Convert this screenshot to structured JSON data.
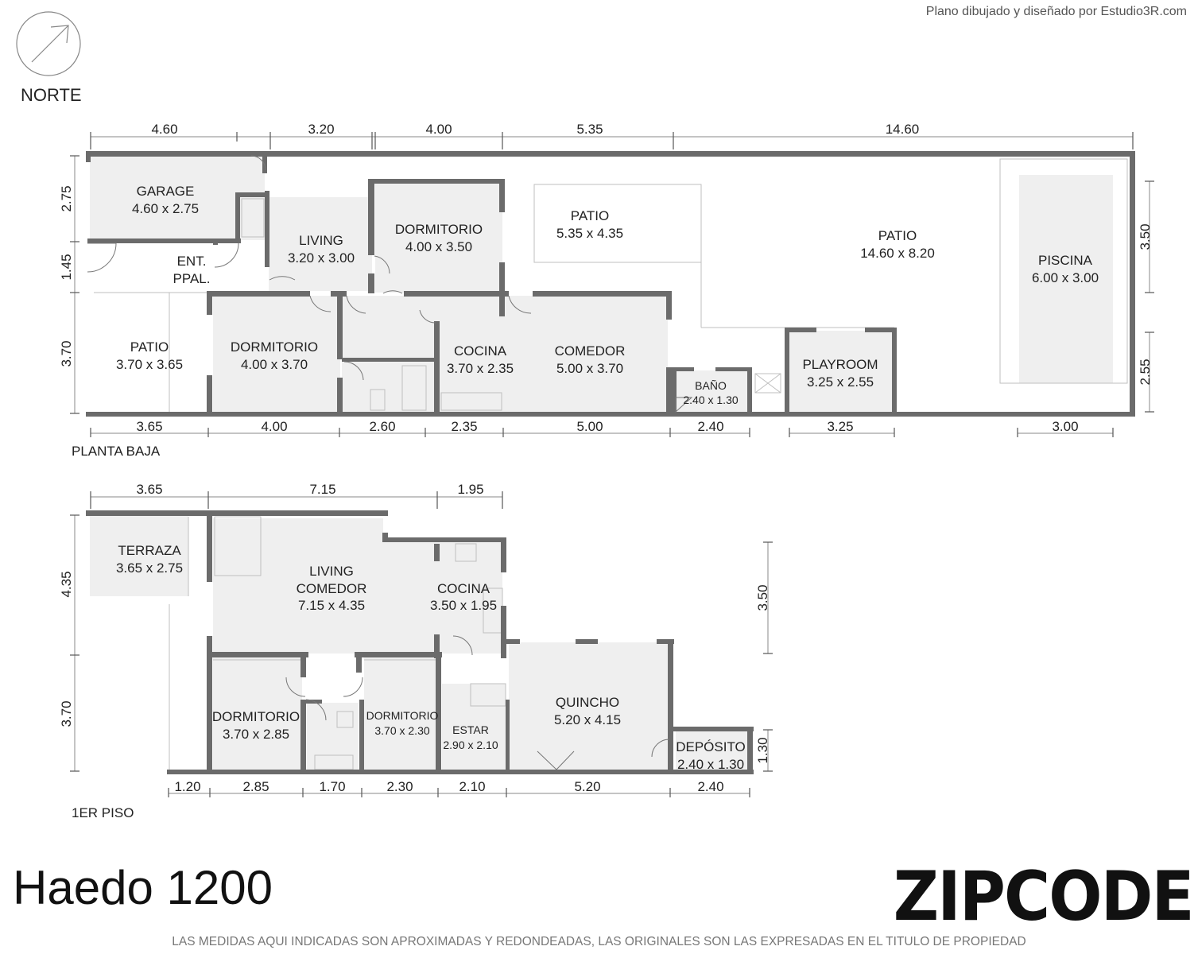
{
  "header": {
    "credit": "Plano dibujado y diseñado por Estudio3R.com",
    "north_label": "NORTE"
  },
  "planta_baja": {
    "section_label": "PLANTA BAJA",
    "rooms": {
      "garage": {
        "name": "GARAGE",
        "size": "4.60 x 2.75"
      },
      "ent_line1": "ENT.",
      "ent_line2": "PPAL.",
      "living": {
        "name": "LIVING",
        "size": "3.20 x 3.00"
      },
      "dormitorio_1": {
        "name": "DORMITORIO",
        "size": "4.00 x 3.50"
      },
      "patio_1": {
        "name": "PATIO",
        "size": "5.35 x 4.35"
      },
      "patio_2": {
        "name": "PATIO",
        "size": "14.60 x 8.20"
      },
      "piscina": {
        "name": "PISCINA",
        "size": "6.00 x 3.00"
      },
      "patio_3": {
        "name": "PATIO",
        "size": "3.70 x 3.65"
      },
      "dormitorio_2": {
        "name": "DORMITORIO",
        "size": "4.00 x 3.70"
      },
      "cocina": {
        "name": "COCINA",
        "size": "3.70 x 2.35"
      },
      "comedor": {
        "name": "COMEDOR",
        "size": "5.00 x 3.70"
      },
      "bano": {
        "name": "BAÑO",
        "size": "2.40 x 1.30"
      },
      "playroom": {
        "name": "PLAYROOM",
        "size": "3.25 x 2.55"
      }
    },
    "dims_top": [
      "4.60",
      "3.20",
      "4.00",
      "5.35",
      "14.60"
    ],
    "dims_bottom": [
      "3.65",
      "4.00",
      "2.60",
      "2.35",
      "5.00",
      "2.40",
      "3.25",
      "3.00"
    ],
    "dims_left": [
      "2.75",
      "1.45",
      "3.70"
    ],
    "dims_right": [
      "3.50",
      "2.55"
    ]
  },
  "primer_piso": {
    "section_label": "1ER PISO",
    "rooms": {
      "terraza": {
        "name": "TERRAZA",
        "size": "3.65 x 2.75"
      },
      "living_line1": "LIVING",
      "living_line2": "COMEDOR",
      "living_size": "7.15 x 4.35",
      "cocina": {
        "name": "COCINA",
        "size": "3.50 x 1.95"
      },
      "quincho": {
        "name": "QUINCHO",
        "size": "5.20 x 4.15"
      },
      "dormitorio_1": {
        "name": "DORMITORIO",
        "size": "3.70 x 2.85"
      },
      "dormitorio_2": {
        "name": "DORMITORIO",
        "size": "3.70 x 2.30"
      },
      "estar": {
        "name": "ESTAR",
        "size": "2.90 x 2.10"
      },
      "deposito": {
        "name": "DEPÓSITO",
        "size": "2.40 x 1.30"
      }
    },
    "dims_top": [
      "3.65",
      "7.15",
      "1.95"
    ],
    "dims_bottom": [
      "1.20",
      "2.85",
      "1.70",
      "2.30",
      "2.10",
      "5.20",
      "2.40"
    ],
    "dims_left": [
      "4.35",
      "3.70"
    ],
    "dims_right": [
      "3.50",
      "1.30"
    ]
  },
  "footer": {
    "title": "Haedo 1200",
    "brand": "ZIPCODE",
    "disclaimer": "LAS MEDIDAS AQUI INDICADAS SON APROXIMADAS Y REDONDEADAS, LAS ORIGINALES SON LAS EXPRESADAS EN EL TITULO DE PROPIEDAD"
  },
  "icons": {
    "compass": "north-arrow-icon"
  }
}
